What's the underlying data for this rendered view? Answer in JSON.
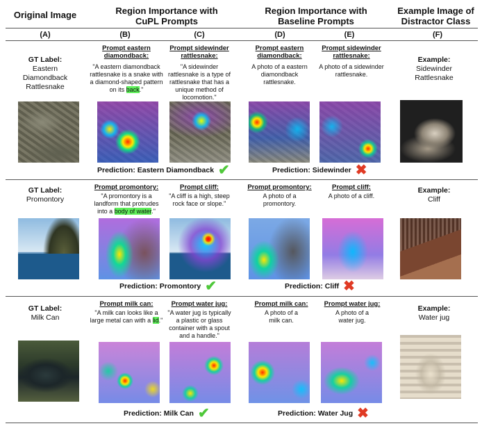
{
  "headers": {
    "original": "Original Image",
    "cupl": "Region Importance with\nCuPL Prompts",
    "baseline": "Region Importance with\nBaseline Prompts",
    "distractor": "Example Image of\nDistractor Class"
  },
  "columns": [
    "(A)",
    "(B)",
    "(C)",
    "(D)",
    "(E)",
    "(F)"
  ],
  "rows": [
    {
      "gt_prefix": "GT Label:",
      "gt_label": "Eastern\nDiamondback\nRattlesnake",
      "cupl_prompt1_title": "Prompt eastern\ndiamondback:",
      "cupl_prompt1_text_before": "\"A eastern diamondback rattlesnake is a snake with a diamond-shaped pattern on its ",
      "cupl_prompt1_highlight": "back",
      "cupl_prompt1_text_after": ".\"",
      "cupl_prompt2_title": "Prompt sidewinder\nrattlesnake:",
      "cupl_prompt2_text": "\"A sidewinder rattlesnake is a type of rattlesnake that has a unique method of locomotion.\"",
      "base_prompt1_title": "Prompt eastern\ndiamondback:",
      "base_prompt1_text": "A photo of a eastern diamondback rattlesnake.",
      "base_prompt2_title": "Prompt sidewinder\nrattlesnake:",
      "base_prompt2_text": "A photo of a sidewinder rattlesnake.",
      "example_prefix": "Example:",
      "example_label": "Sidewinder\nRattlesnake",
      "cupl_prediction": "Prediction: Eastern Diamondback",
      "base_prediction": "Prediction: Sidewinder"
    },
    {
      "gt_prefix": "GT Label:",
      "gt_label": "Promontory",
      "cupl_prompt1_title": "Prompt promontory:",
      "cupl_prompt1_text_before": "\"A promontory is a landform that protrudes into a ",
      "cupl_prompt1_highlight": "body of water",
      "cupl_prompt1_text_after": ".\"",
      "cupl_prompt2_title": "Prompt cliff:",
      "cupl_prompt2_text": "\"A cliff is a high, steep rock face or slope.\"",
      "base_prompt1_title": "Prompt promontory:",
      "base_prompt1_text": "A photo of a promontory.",
      "base_prompt2_title": "Prompt cliff:",
      "base_prompt2_text": "A photo of a cliff.",
      "example_prefix": "Example:",
      "example_label": "Cliff",
      "cupl_prediction": "Prediction: Promontory",
      "base_prediction": "Prediction: Cliff"
    },
    {
      "gt_prefix": "GT Label:",
      "gt_label": "Milk Can",
      "cupl_prompt1_title": "Prompt milk can:",
      "cupl_prompt1_text_before": "\"A milk can looks like a large metal can with a ",
      "cupl_prompt1_highlight": "lid",
      "cupl_prompt1_text_after": ".\"",
      "cupl_prompt2_title": "Prompt water jug:",
      "cupl_prompt2_text": "\"A water jug is typically a plastic or glass container with a spout and a handle.\"",
      "base_prompt1_title": "Prompt milk can:",
      "base_prompt1_text": "A photo of a milk can.",
      "base_prompt2_title": "Prompt water jug:",
      "base_prompt2_text": "A photo of a water jug.",
      "example_prefix": "Example:",
      "example_label": "Water jug",
      "cupl_prediction": "Prediction: Milk Can",
      "base_prediction": "Prediction: Water Jug"
    }
  ],
  "icons": {
    "correct": "check-icon",
    "wrong": "cross-icon"
  },
  "colors": {
    "highlight": "#5ff05a",
    "check": "#4fc83a",
    "cross": "#e03a24"
  }
}
